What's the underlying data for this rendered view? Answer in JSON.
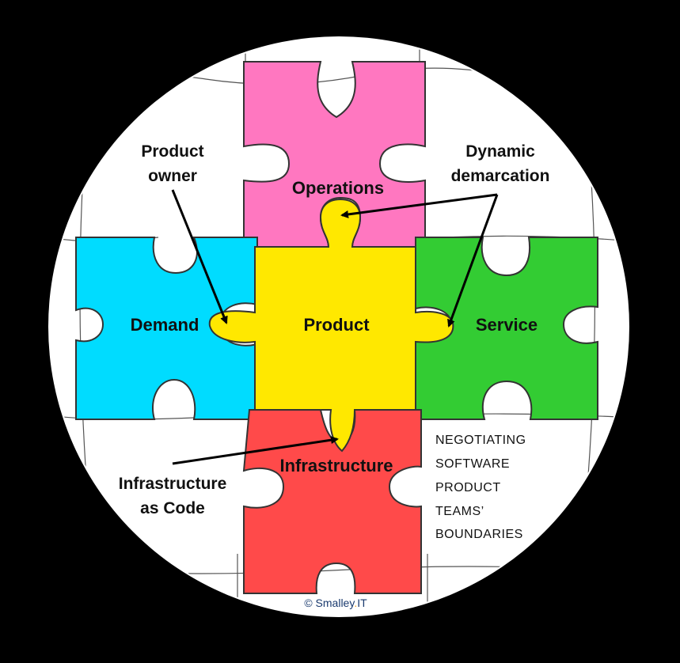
{
  "colors": {
    "background": "#000000",
    "circle": "#ffffff",
    "operations": "#ff77c0",
    "product": "#ffe800",
    "demand": "#00dcff",
    "service": "#33cc33",
    "infrastructure": "#ff4a4a",
    "outline": "#333333",
    "arrow": "#000000",
    "copyright_accent": "#f0a020"
  },
  "pieces": {
    "operations": "Operations",
    "product": "Product",
    "demand": "Demand",
    "service": "Service",
    "infrastructure": "Infrastructure"
  },
  "callouts": {
    "product_owner": [
      "Product",
      "owner"
    ],
    "dynamic_demarcation": [
      "Dynamic",
      "demarcation"
    ],
    "infrastructure_as_code": [
      "Infrastructure",
      "as Code"
    ]
  },
  "sidenote": [
    "NEGOTIATING",
    "SOFTWARE",
    "PRODUCT",
    "TEAMS’",
    "BOUNDARIES"
  ],
  "copyright": {
    "symbol": "©",
    "name": "Smalley",
    "dot": ".",
    "suffix": "IT"
  }
}
